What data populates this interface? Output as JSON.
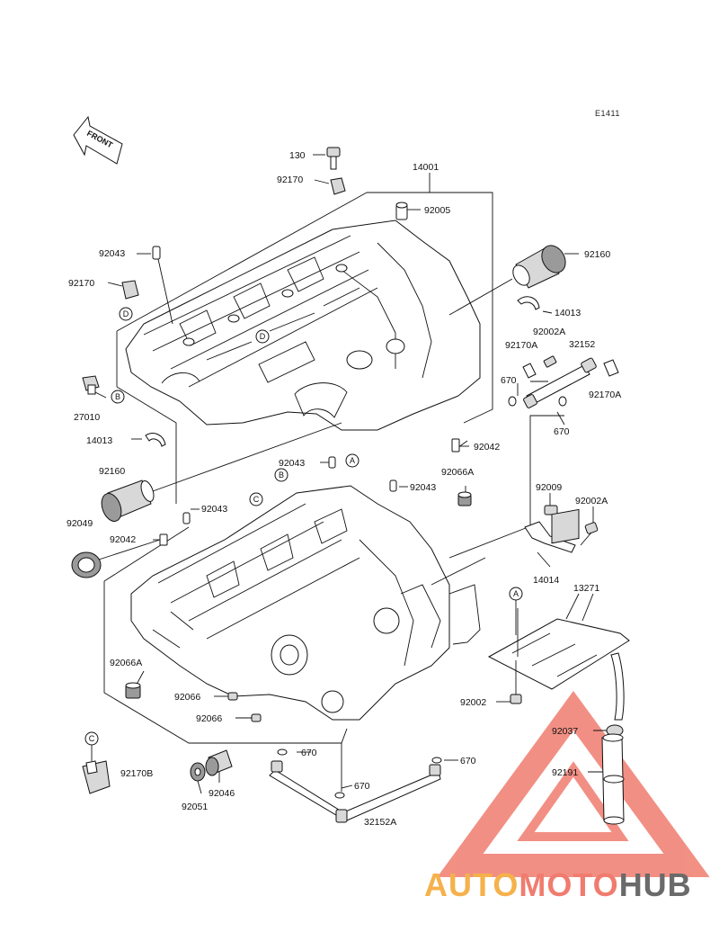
{
  "diagram": {
    "code": "E1411",
    "front": "FRONT",
    "labels": {
      "l130": "130",
      "l92170_top": "92170",
      "l14001": "14001",
      "l92005": "92005",
      "l92043_a": "92043",
      "l92160_a": "92160",
      "l92170_b": "92170",
      "l14013_a": "14013",
      "l92002a_a": "92002A",
      "l92170a_a": "92170A",
      "l32152": "32152",
      "l670_a": "670",
      "l92170a_b": "92170A",
      "l670_b": "670",
      "l27010": "27010",
      "l14013_b": "14013",
      "l92042_a": "92042",
      "l92043_b": "92043",
      "l92066a_a": "92066A",
      "l92160_b": "92160",
      "l92043_c": "92043",
      "l92009": "92009",
      "l92002a_b": "92002A",
      "l92043_d": "92043",
      "l92049": "92049",
      "l92042_b": "92042",
      "l14014": "14014",
      "l13271": "13271",
      "l92066a_b": "92066A",
      "l92066_a": "92066",
      "l92066_b": "92066",
      "l92002": "92002",
      "l92037": "92037",
      "l670_c": "670",
      "l670_d": "670",
      "l92170b": "92170B",
      "l92191": "92191",
      "l670_e": "670",
      "l92046": "92046",
      "l92051": "92051",
      "l32152a": "32152A"
    },
    "markers": {
      "b1": "B",
      "d1": "D",
      "d2": "D",
      "a1": "A",
      "b2": "B",
      "c1": "C",
      "a2": "A",
      "c2": "C"
    }
  },
  "watermark": {
    "part1": "AUTO",
    "part2": "MOTO",
    "part3": "HUB",
    "colors": {
      "auto": "#f5b14b",
      "moto": "#f07c6f",
      "hub": "#6a6a6a",
      "triangle": "#f07c6f"
    }
  }
}
